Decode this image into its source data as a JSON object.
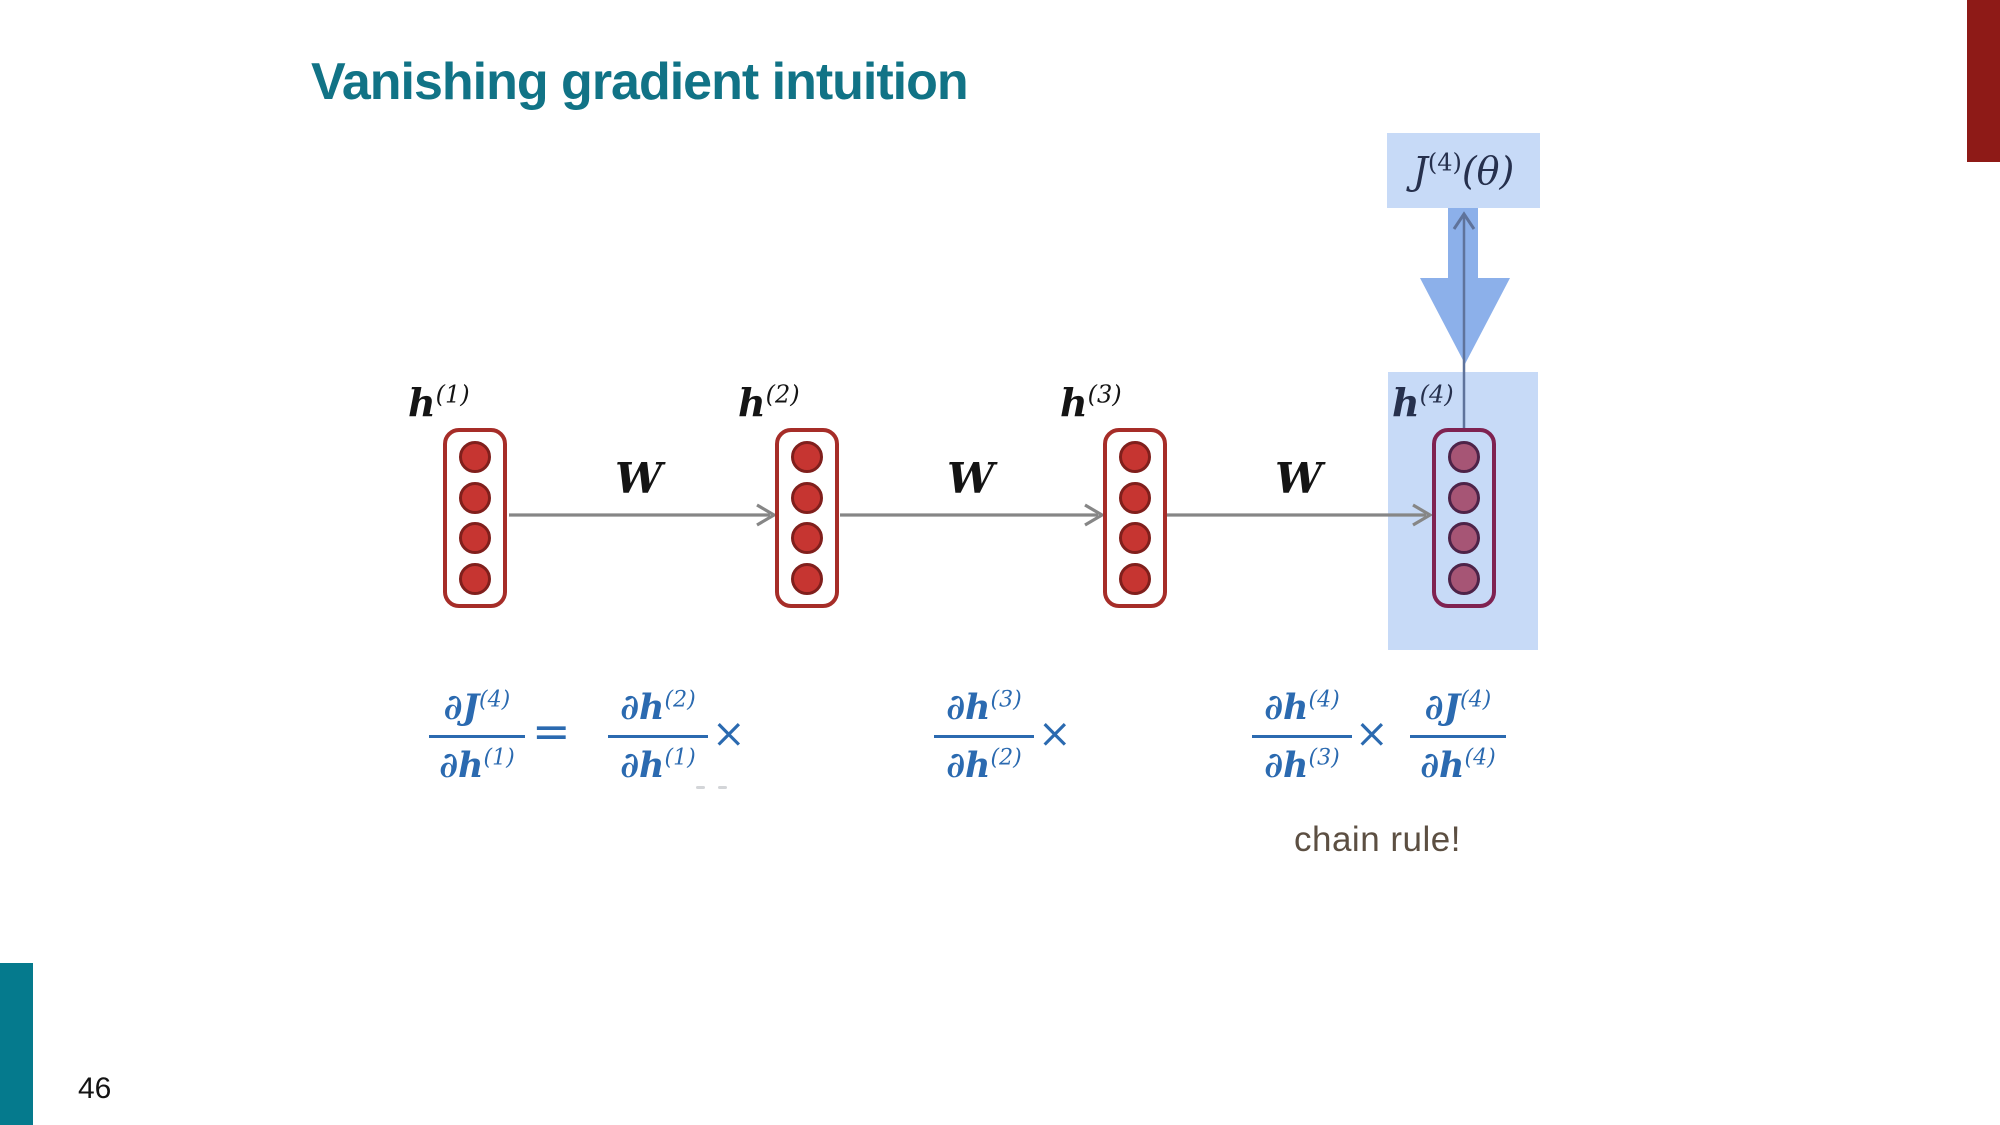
{
  "slide": {
    "title": "Vanishing gradient intuition",
    "page_number": "46"
  },
  "colors": {
    "title_teal": "#117386",
    "accent_red": "#8e1a17",
    "accent_teal": "#057a8d",
    "math_blue": "#2b6ab0",
    "highlight_blue": "#c7daf7",
    "backprop_arrow_blue": "#8cb0ea",
    "node_red": "#c63531",
    "node_red_dark": "#a65575",
    "arrow_gray": "#868686",
    "chain_note_brown": "#5c4f42"
  },
  "diagram": {
    "loss_box": {
      "main": "J",
      "sup": "(4)",
      "arg": "(θ)"
    },
    "weight_labels": [
      "W",
      "W",
      "W"
    ],
    "hidden_states": [
      {
        "main": "h",
        "sup": "(1)"
      },
      {
        "main": "h",
        "sup": "(2)"
      },
      {
        "main": "h",
        "sup": "(3)"
      },
      {
        "main": "h",
        "sup": "(4)"
      }
    ]
  },
  "equation": {
    "lhs": {
      "num_main": "∂J",
      "num_sup": "(4)",
      "den_main": "∂h",
      "den_sup": "(1)"
    },
    "equals_sign": "=",
    "times_sign": "×",
    "terms": [
      {
        "num_main": "∂h",
        "num_sup": "(2)",
        "den_main": "∂h",
        "den_sup": "(1)"
      },
      {
        "num_main": "∂h",
        "num_sup": "(3)",
        "den_main": "∂h",
        "den_sup": "(2)"
      },
      {
        "num_main": "∂h",
        "num_sup": "(4)",
        "den_main": "∂h",
        "den_sup": "(3)"
      },
      {
        "num_main": "∂J",
        "num_sup": "(4)",
        "den_main": "∂h",
        "den_sup": "(4)"
      }
    ],
    "note": "chain rule!"
  }
}
